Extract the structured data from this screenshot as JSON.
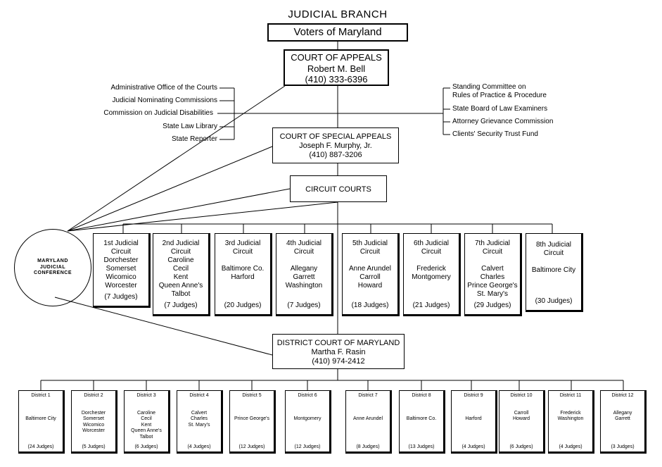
{
  "title": "JUDICIAL BRANCH",
  "voters": "Voters of Maryland",
  "court_of_appeals": {
    "name": "COURT OF APPEALS",
    "person": "Robert M. Bell",
    "phone": "(410) 333-6396"
  },
  "left_offices": [
    "Administrative Office of the Courts",
    "Judicial Nominating Commissions",
    "Commission on Judicial Disabilities",
    "State Law Library",
    "State Reporter"
  ],
  "right_offices": {
    "standing_committee_line1": "Standing Committee on",
    "standing_committee_line2": "Rules of Practice & Procedure",
    "law_examiners": "State Board of Law Examiners",
    "attorney_grievance": "Attorney Grievance Commission",
    "security_trust": "Clients' Security Trust Fund"
  },
  "court_of_special_appeals": {
    "name": "COURT OF SPECIAL APPEALS",
    "person": "Joseph F. Murphy, Jr.",
    "phone": "(410) 887-3206"
  },
  "circuit_courts": "CIRCUIT COURTS",
  "conference": {
    "line1": "MARYLAND",
    "line2": "JUDICIAL",
    "line3": "CONFERENCE"
  },
  "circuits": [
    {
      "line1": "1st Judicial",
      "line2": "Circuit",
      "counties": [
        "Dorchester",
        "Somerset",
        "Wicomico",
        "Worcester"
      ],
      "judges": "(7 Judges)"
    },
    {
      "line1": "2nd Judicial",
      "line2": "Circuit",
      "counties": [
        "Caroline",
        "Cecil",
        "Kent",
        "Queen Anne's",
        "Talbot"
      ],
      "judges": "(7 Judges)"
    },
    {
      "line1": "3rd Judicial",
      "line2": "Circuit",
      "counties": [
        "",
        "Baltimore Co.",
        "Harford"
      ],
      "judges": "(20 Judges)"
    },
    {
      "line1": "4th Judicial",
      "line2": "Circuit",
      "counties": [
        "",
        "Allegany",
        "Garrett",
        "Washington"
      ],
      "judges": "(7 Judges)"
    },
    {
      "line1": "5th Judicial",
      "line2": "Circuit",
      "counties": [
        "",
        "Anne Arundel",
        "Carroll",
        "Howard"
      ],
      "judges": "(18 Judges)"
    },
    {
      "line1": "6th Judicial",
      "line2": "Circuit",
      "counties": [
        "",
        "Frederick",
        "Montgomery"
      ],
      "judges": "(21 Judges)"
    },
    {
      "line1": "7th Judicial",
      "line2": "Circuit",
      "counties": [
        "",
        "Calvert",
        "Charles",
        "Prince George's",
        "St. Mary's"
      ],
      "judges": "(29 Judges)"
    },
    {
      "line1": "8th Judicial",
      "line2": "Circuit",
      "counties": [
        "",
        "Baltimore City"
      ],
      "judges": "(30 Judges)"
    }
  ],
  "district_court": {
    "name": "DISTRICT COURT OF MARYLAND",
    "person": "Martha F. Rasin",
    "phone": "(410) 974-2412"
  },
  "districts": [
    {
      "name": "District 1",
      "counties": [
        "",
        "Baltimore City"
      ],
      "judges": "(24 Judges)"
    },
    {
      "name": "District 2",
      "counties": [
        "Dorchester",
        "Somerset",
        "Wicomico",
        "Worcester"
      ],
      "judges": "(5 Judges)"
    },
    {
      "name": "District 3",
      "counties": [
        "Caroline",
        "Cecil",
        "Kent",
        "Queen Anne's",
        "Talbot"
      ],
      "judges": "(6 Judges)"
    },
    {
      "name": "District 4",
      "counties": [
        "Calvert",
        "Charles",
        "St. Mary's"
      ],
      "judges": "(4 Judges)"
    },
    {
      "name": "District 5",
      "counties": [
        "",
        "Prince George's"
      ],
      "judges": "(12 Judges)"
    },
    {
      "name": "District 6",
      "counties": [
        "",
        "Montgomery"
      ],
      "judges": "(12 Judges)"
    },
    {
      "name": "District 7",
      "counties": [
        "",
        "Anne Arundel"
      ],
      "judges": "(8 Judges)"
    },
    {
      "name": "District 8",
      "counties": [
        "",
        "Baltimore Co."
      ],
      "judges": "(13 Judges)"
    },
    {
      "name": "District 9",
      "counties": [
        "",
        "Harford"
      ],
      "judges": "(4 Judges)"
    },
    {
      "name": "District 10",
      "counties": [
        "Carroll",
        "Howard"
      ],
      "judges": "(6 Judges)"
    },
    {
      "name": "District 11",
      "counties": [
        "Frederick",
        "Washington"
      ],
      "judges": "(4 Judges)"
    },
    {
      "name": "District 12",
      "counties": [
        "Allegany",
        "Garrett"
      ],
      "judges": "(3 Judges)"
    }
  ]
}
